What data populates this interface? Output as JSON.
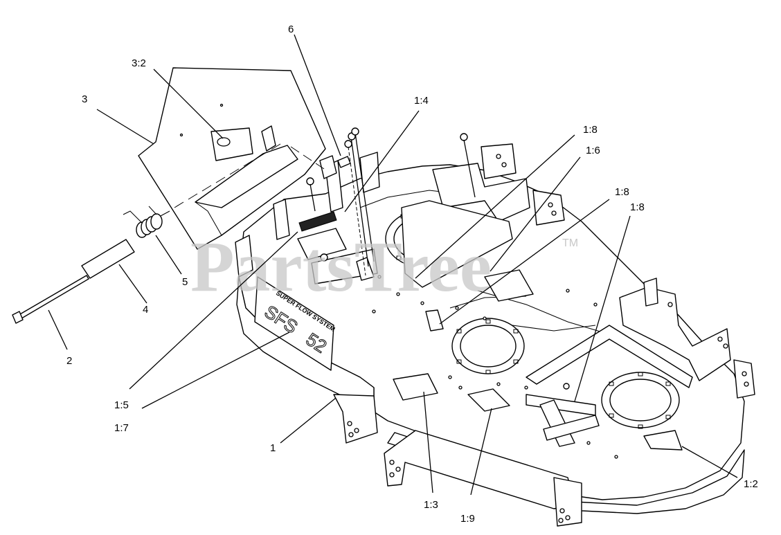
{
  "watermark": {
    "text": "PartsTree",
    "trademark": "TM"
  },
  "decal": {
    "line1": "SUPER FLOW SYSTEM",
    "big": "SFS",
    "size": "52"
  },
  "callouts": [
    {
      "id": "c-6",
      "label": "6"
    },
    {
      "id": "c-3-2",
      "label": "3:2"
    },
    {
      "id": "c-3",
      "label": "3"
    },
    {
      "id": "c-1-4",
      "label": "1:4"
    },
    {
      "id": "c-1-8a",
      "label": "1:8"
    },
    {
      "id": "c-1-6",
      "label": "1:6"
    },
    {
      "id": "c-1-8b",
      "label": "1:8"
    },
    {
      "id": "c-1-8c",
      "label": "1:8"
    },
    {
      "id": "c-5",
      "label": "5"
    },
    {
      "id": "c-4",
      "label": "4"
    },
    {
      "id": "c-2",
      "label": "2"
    },
    {
      "id": "c-1-5",
      "label": "1:5"
    },
    {
      "id": "c-1-7",
      "label": "1:7"
    },
    {
      "id": "c-1",
      "label": "1"
    },
    {
      "id": "c-1-3",
      "label": "1:3"
    },
    {
      "id": "c-1-9",
      "label": "1:9"
    },
    {
      "id": "c-1-2",
      "label": "1:2"
    }
  ]
}
